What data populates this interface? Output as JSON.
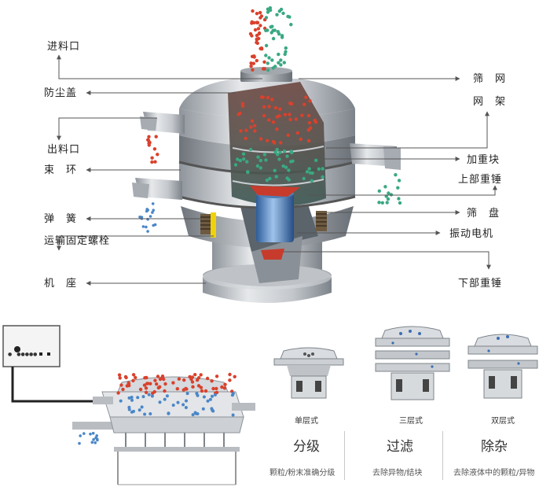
{
  "labels_left": [
    "进料口",
    "防尘盖",
    "出料口",
    "束　环",
    "弹　簧",
    "运输固定螺栓",
    "机　座"
  ],
  "labels_right": [
    "筛　网",
    "网　架",
    "加重块",
    "上部重锤",
    "筛　盘",
    "振动电机",
    "下部重锤"
  ],
  "panel": {
    "text": "●　●●●●●"
  },
  "variants": [
    {
      "caption": "单层式",
      "title": "分级",
      "desc": "颗粒/粉末准确分级"
    },
    {
      "caption": "三层式",
      "title": "过滤",
      "desc": "去除异物/结块"
    },
    {
      "caption": "双层式",
      "title": "除杂",
      "desc": "去除液体中的颗粒/异物"
    }
  ],
  "colors": {
    "red_particle": "#d9412c",
    "green_particle": "#3aa882",
    "blue_particle": "#4a86c7",
    "machine_body": "#b8bcc2",
    "arrow": "#555555"
  }
}
